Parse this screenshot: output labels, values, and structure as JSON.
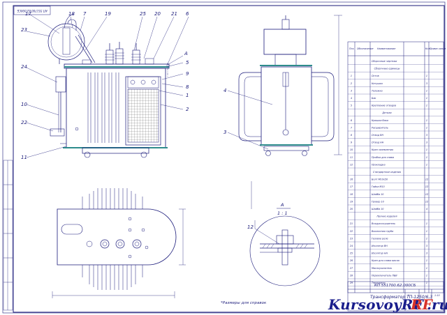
{
  "side_view_callouts": [
    "17",
    "18",
    "7",
    "19",
    "25",
    "20",
    "21",
    "6",
    "23",
    "24",
    "A",
    "5",
    "9",
    "8",
    "1",
    "2",
    "10",
    "22",
    "11"
  ],
  "front_view_callouts": [
    "4",
    "3"
  ],
  "section": {
    "letter": "A",
    "scale": "1 : 1",
    "callout": "12"
  },
  "notes": {
    "dimensions_note": "*Размеры для справок"
  },
  "stamps": {
    "rotated_code": "КП 551700.62.000СБ",
    "title_code": "КП 551700.62.000СБ"
  },
  "title_block": {
    "name": "Трансформатор ТП-1250/6,3",
    "sheets": "1",
    "scale": "1:10"
  },
  "spec_header": [
    "Поз.",
    "Обозначение",
    "Наименование",
    "Кол.",
    "Приме-чание"
  ],
  "spec_rows": [
    {
      "pos": "",
      "name": "Сборочные чертежи",
      "qty": "",
      "section": false
    },
    {
      "pos": "",
      "name": "Сборочные единицы",
      "qty": "",
      "section": true
    },
    {
      "pos": "1",
      "name": "Остов",
      "qty": "1"
    },
    {
      "pos": "2",
      "name": "Катушка",
      "qty": "3"
    },
    {
      "pos": "3",
      "name": "Тележка",
      "qty": "1"
    },
    {
      "pos": "4",
      "name": "Бак",
      "qty": "1"
    },
    {
      "pos": "5",
      "name": "Крепление отводов",
      "qty": "1"
    },
    {
      "pos": "",
      "name": "Детали",
      "qty": "",
      "section": true
    },
    {
      "pos": "6",
      "name": "Крышка бака",
      "qty": "1"
    },
    {
      "pos": "7",
      "name": "Расширитель",
      "qty": "1"
    },
    {
      "pos": "8",
      "name": "Отвод ВН",
      "qty": "3"
    },
    {
      "pos": "9",
      "name": "Отвод НН",
      "qty": "3"
    },
    {
      "pos": "10",
      "name": "Кран заземления",
      "qty": "1"
    },
    {
      "pos": "11",
      "name": "Пробка для слива",
      "qty": "1"
    },
    {
      "pos": "12",
      "name": "Прокладка",
      "qty": "1"
    },
    {
      "pos": "",
      "name": "Стандартные изделия",
      "qty": "",
      "section": true
    },
    {
      "pos": "16",
      "name": "Болт М10х50",
      "qty": "12"
    },
    {
      "pos": "17",
      "name": "Гайка М10",
      "qty": "12"
    },
    {
      "pos": "18",
      "name": "Шайба 10",
      "qty": "12"
    },
    {
      "pos": "19",
      "name": "Гровер 10",
      "qty": "12"
    },
    {
      "pos": "20",
      "name": "Шайба 10",
      "qty": "4"
    },
    {
      "pos": "",
      "name": "Прочие изделия",
      "qty": "",
      "section": true
    },
    {
      "pos": "21",
      "name": "Воздухоосушитель",
      "qty": "1"
    },
    {
      "pos": "22",
      "name": "Выхлопная труба",
      "qty": "1"
    },
    {
      "pos": "23",
      "name": "Газовое реле",
      "qty": "1"
    },
    {
      "pos": "24",
      "name": "Изолятор ВН",
      "qty": "3"
    },
    {
      "pos": "25",
      "name": "Изолятор НН",
      "qty": "3"
    },
    {
      "pos": "26",
      "name": "Кран для слива масла",
      "qty": "1"
    },
    {
      "pos": "27",
      "name": "Маслоуказатель",
      "qty": "1"
    },
    {
      "pos": "28",
      "name": "Переключатель ПБВ",
      "qty": "1"
    },
    {
      "pos": "29",
      "name": "Термометр",
      "qty": "1"
    }
  ],
  "watermark": {
    "part1": "KursovoyRF",
    "part2": "RF",
    "part3": ".ru"
  },
  "colors": {
    "ink": "#1a1a7a",
    "bar": "#2d8c8c",
    "mesh": "#4a4a4a",
    "brand_blue": "#1a1e8c",
    "brand_red": "#d8322a"
  }
}
